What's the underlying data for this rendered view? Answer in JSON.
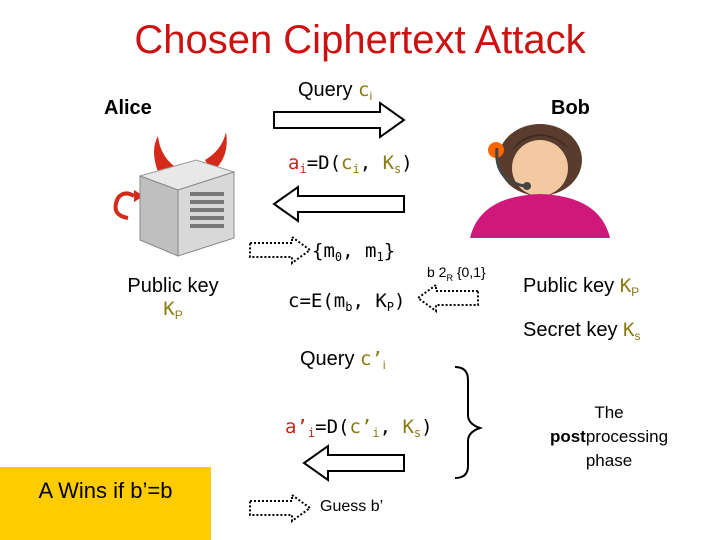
{
  "title": "Chosen Ciphertext Attack",
  "alice": "Alice",
  "bob": "Bob",
  "query1": {
    "prefix": "Query ",
    "c": "c",
    "sub": "i"
  },
  "answer1": {
    "a": "a",
    "sub_i": "i",
    "eq": "=D(",
    "c": "c",
    "sub_i2": "i",
    "sep": ", ",
    "k": "K",
    "sub_s": "s",
    "close": ")"
  },
  "messages": {
    "open": "{m",
    "sub0": "0",
    "mid": ", m",
    "sub1": "1",
    "close": "}"
  },
  "cipher": {
    "pre": "c=E(m",
    "sub_b": "b",
    "mid": ", K",
    "sub_p": "P",
    "close": ")"
  },
  "bit": {
    "text": "b 2",
    "sub": "R",
    "set": " {0,1}"
  },
  "alice_pk": {
    "line1": "Public key",
    "k": "K",
    "sub": "P"
  },
  "bob_pk": {
    "text": "Public key ",
    "k": "K",
    "sub": "P"
  },
  "bob_sk": {
    "text": "Secret key ",
    "k": "K",
    "sub": "s"
  },
  "query2": {
    "prefix": "Query ",
    "c": "c’",
    "sub": "i"
  },
  "answer2": {
    "a": "a’",
    "sub_i": "i",
    "eq": "=D(",
    "c": "c’",
    "sub_i2": "i",
    "sep": ", ",
    "k": "K",
    "sub_s": "s",
    "close": ")"
  },
  "postprocessing": {
    "line1": "The",
    "bold": "post",
    "rest": "processing",
    "line3": "phase"
  },
  "guess": "Guess b’",
  "win": "A Wins if b’=b",
  "colors": {
    "title": "#cc1111",
    "accent": "#ffcc00",
    "var": "#8a7a10"
  }
}
